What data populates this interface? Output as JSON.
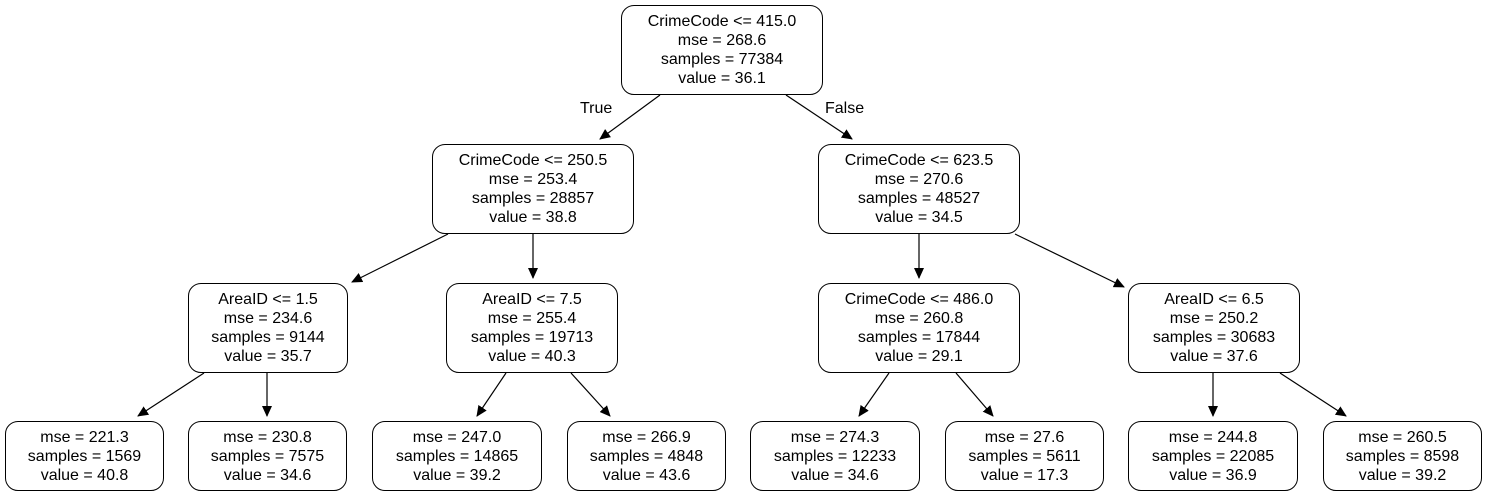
{
  "tree": {
    "branch_labels": {
      "true_label": "True",
      "false_label": "False"
    },
    "nodes": [
      {
        "id": "root",
        "lines": [
          "CrimeCode <= 415.0",
          "mse = 268.6",
          "samples = 77384",
          "value = 36.1"
        ]
      },
      {
        "id": "l",
        "lines": [
          "CrimeCode <= 250.5",
          "mse = 253.4",
          "samples = 28857",
          "value = 38.8"
        ]
      },
      {
        "id": "r",
        "lines": [
          "CrimeCode <= 623.5",
          "mse = 270.6",
          "samples = 48527",
          "value = 34.5"
        ]
      },
      {
        "id": "ll",
        "lines": [
          "AreaID <= 1.5",
          "mse = 234.6",
          "samples = 9144",
          "value = 35.7"
        ]
      },
      {
        "id": "lr",
        "lines": [
          "AreaID <= 7.5",
          "mse = 255.4",
          "samples = 19713",
          "value = 40.3"
        ]
      },
      {
        "id": "rl",
        "lines": [
          "CrimeCode <= 486.0",
          "mse = 260.8",
          "samples = 17844",
          "value = 29.1"
        ]
      },
      {
        "id": "rr",
        "lines": [
          "AreaID <= 6.5",
          "mse = 250.2",
          "samples = 30683",
          "value = 37.6"
        ]
      },
      {
        "id": "lll",
        "lines": [
          "mse = 221.3",
          "samples = 1569",
          "value = 40.8"
        ]
      },
      {
        "id": "llr",
        "lines": [
          "mse = 230.8",
          "samples = 7575",
          "value = 34.6"
        ]
      },
      {
        "id": "lrl",
        "lines": [
          "mse = 247.0",
          "samples = 14865",
          "value = 39.2"
        ]
      },
      {
        "id": "lrr",
        "lines": [
          "mse = 266.9",
          "samples = 4848",
          "value = 43.6"
        ]
      },
      {
        "id": "rll",
        "lines": [
          "mse = 274.3",
          "samples = 12233",
          "value = 34.6"
        ]
      },
      {
        "id": "rlr",
        "lines": [
          "mse = 27.6",
          "samples = 5611",
          "value = 17.3"
        ]
      },
      {
        "id": "rrl",
        "lines": [
          "mse = 244.8",
          "samples = 22085",
          "value = 36.9"
        ]
      },
      {
        "id": "rrr",
        "lines": [
          "mse = 260.5",
          "samples = 8598",
          "value = 39.2"
        ]
      }
    ],
    "edges": [
      {
        "from": "root",
        "to": "l"
      },
      {
        "from": "root",
        "to": "r"
      },
      {
        "from": "l",
        "to": "ll"
      },
      {
        "from": "l",
        "to": "lr"
      },
      {
        "from": "r",
        "to": "rl"
      },
      {
        "from": "r",
        "to": "rr"
      },
      {
        "from": "ll",
        "to": "lll"
      },
      {
        "from": "ll",
        "to": "llr"
      },
      {
        "from": "lr",
        "to": "lrl"
      },
      {
        "from": "lr",
        "to": "lrr"
      },
      {
        "from": "rl",
        "to": "rll"
      },
      {
        "from": "rl",
        "to": "rlr"
      },
      {
        "from": "rr",
        "to": "rrl"
      },
      {
        "from": "rr",
        "to": "rrr"
      }
    ]
  }
}
